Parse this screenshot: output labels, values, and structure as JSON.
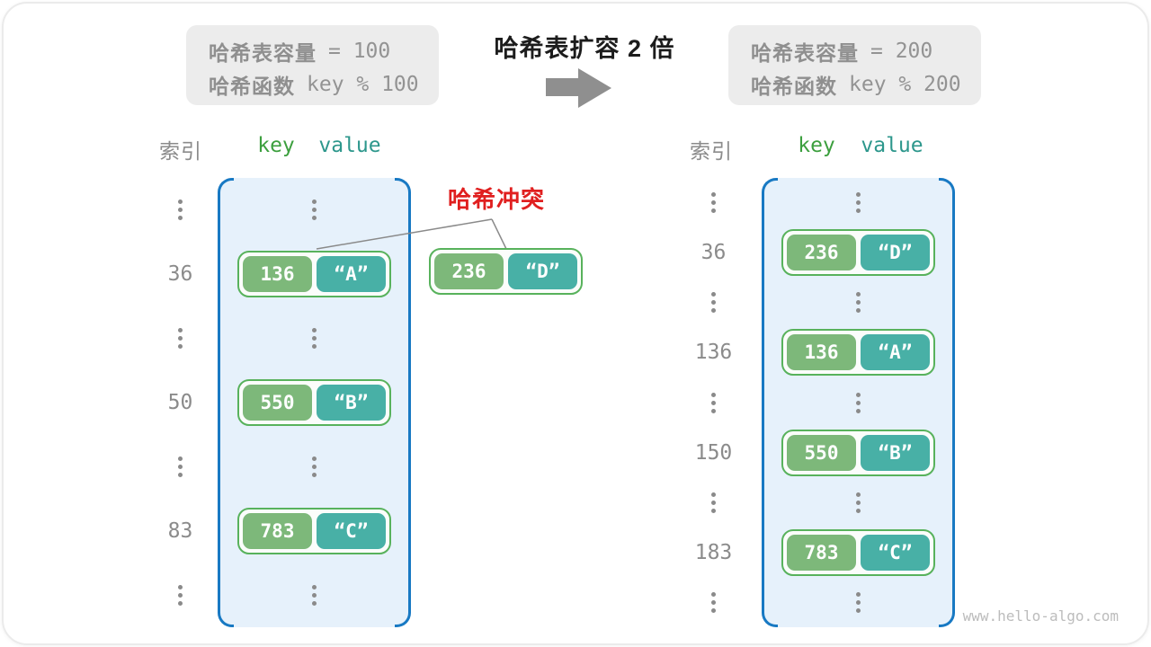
{
  "colors": {
    "accent_blue": "#1879c3",
    "bucket_fill": "#e6f1fb",
    "pair_border_green": "#58b25c",
    "key_fill_green": "#7db87a",
    "value_fill_teal": "#48b0a6",
    "header_key_green": "#3c9f3e",
    "header_value_teal": "#2d978c",
    "text_gray": "#8b8b8b",
    "collision_red": "#e01f1f",
    "info_box_fill": "#ececec",
    "arrow_gray": "#8f8f8f",
    "watermark_gray": "#bcbcbc"
  },
  "before_box": {
    "capacity_label": "哈希表容量",
    "capacity_value": "= 100",
    "hash_label": "哈希函数",
    "hash_value": "key % 100"
  },
  "after_box": {
    "capacity_label": "哈希表容量",
    "capacity_value": "= 200",
    "hash_label": "哈希函数",
    "hash_value": "key % 200"
  },
  "transform": {
    "title": "哈希表扩容 2 倍",
    "arrow_icon": "right-arrow"
  },
  "left_table": {
    "headers": {
      "index": "索引",
      "key": "key",
      "value": "value"
    },
    "rows": [
      {
        "type": "dots"
      },
      {
        "type": "entry",
        "index": "36",
        "key": "136",
        "value": "“A”"
      },
      {
        "type": "dots"
      },
      {
        "type": "entry",
        "index": "50",
        "key": "550",
        "value": "“B”"
      },
      {
        "type": "dots"
      },
      {
        "type": "entry",
        "index": "83",
        "key": "783",
        "value": "“C”"
      },
      {
        "type": "dots"
      }
    ]
  },
  "right_table": {
    "headers": {
      "index": "索引",
      "key": "key",
      "value": "value"
    },
    "rows": [
      {
        "type": "dots"
      },
      {
        "type": "entry",
        "index": "36",
        "key": "236",
        "value": "“D”"
      },
      {
        "type": "dots"
      },
      {
        "type": "entry",
        "index": "136",
        "key": "136",
        "value": "“A”"
      },
      {
        "type": "dots"
      },
      {
        "type": "entry",
        "index": "150",
        "key": "550",
        "value": "“B”"
      },
      {
        "type": "dots"
      },
      {
        "type": "entry",
        "index": "183",
        "key": "783",
        "value": "“C”"
      },
      {
        "type": "dots"
      }
    ]
  },
  "collision": {
    "label": "哈希冲突",
    "key": "236",
    "value": "“D”"
  },
  "watermark": "www.hello-algo.com"
}
